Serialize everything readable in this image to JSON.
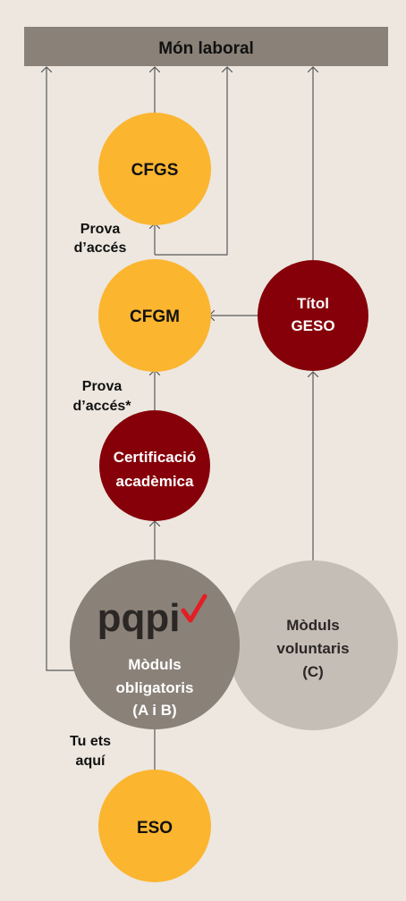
{
  "colors": {
    "background": "#ede7df",
    "header_bar": "#8a8178",
    "orange": "#fbb52f",
    "dark_red": "#860009",
    "gray_dark": "#8a8178",
    "gray_light": "#c4beb7",
    "line": "#5a5a5a",
    "text_dark": "#111111",
    "text_light": "#ffffff",
    "check_red": "#e31e24"
  },
  "header": {
    "title": "Món laboral"
  },
  "nodes": {
    "cfgs": {
      "lines": [
        "CFGS"
      ]
    },
    "cfgm": {
      "lines": [
        "CFGM"
      ]
    },
    "titol_geso": {
      "lines": [
        "Títol",
        "GESO"
      ]
    },
    "certificacio": {
      "lines": [
        "Certificació",
        "acadèmica"
      ]
    },
    "pqpi": {
      "logo_text": "pqpi",
      "logo_icon": "checkmark-icon",
      "lines": [
        "Mòduls",
        "obligatoris",
        "(A i B)"
      ]
    },
    "moduls_voluntaris": {
      "lines": [
        "Mòduls",
        "voluntaris",
        "(C)"
      ]
    },
    "eso": {
      "lines": [
        "ESO"
      ]
    }
  },
  "labels": {
    "prova_cfgs": [
      "Prova",
      "d’accés"
    ],
    "prova_cfgm": [
      "Prova",
      "d’accés*"
    ],
    "tu_ets": [
      "Tu ets",
      "aquí"
    ]
  }
}
